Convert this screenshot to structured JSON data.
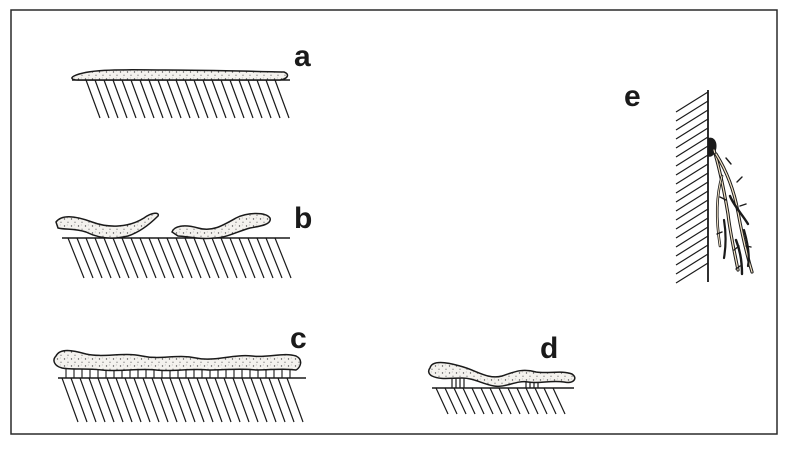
{
  "figure": {
    "panels": [
      {
        "id": "a",
        "label": "a"
      },
      {
        "id": "b",
        "label": "b"
      },
      {
        "id": "c",
        "label": "c"
      },
      {
        "id": "d",
        "label": "d"
      },
      {
        "id": "e",
        "label": "e"
      }
    ]
  },
  "colors": {
    "ink": "#1a1a1a",
    "fill": "#f4f2ee",
    "paper": "#ffffff"
  }
}
